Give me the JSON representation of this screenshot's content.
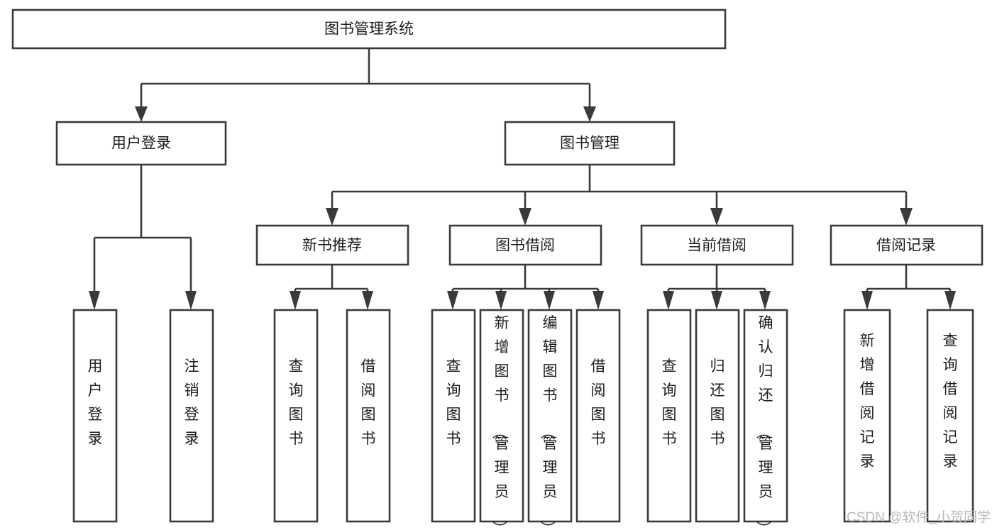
{
  "diagram": {
    "title": "图书管理系统",
    "type": "tree-hierarchy-chart",
    "orientation": "top-down",
    "root": {
      "id": "root",
      "label": "图书管理系统"
    },
    "level2": [
      {
        "id": "user-login",
        "label": "用户登录"
      },
      {
        "id": "book-management",
        "label": "图书管理"
      }
    ],
    "level3": [
      {
        "id": "new-book-recommend",
        "label": "新书推荐",
        "parent": "book-management"
      },
      {
        "id": "book-borrow",
        "label": "图书借阅",
        "parent": "book-management"
      },
      {
        "id": "current-borrow",
        "label": "当前借阅",
        "parent": "book-management"
      },
      {
        "id": "borrow-record",
        "label": "借阅记录",
        "parent": "book-management"
      }
    ],
    "leaves": {
      "user-login": [
        {
          "id": "leaf-user-login",
          "label": "用户登录"
        },
        {
          "id": "leaf-user-logout",
          "label": "注销登录"
        }
      ],
      "new-book-recommend": [
        {
          "id": "leaf-query-book-1",
          "label": "查询图书"
        },
        {
          "id": "leaf-borrow-book-1",
          "label": "借阅图书"
        }
      ],
      "book-borrow": [
        {
          "id": "leaf-query-book-2",
          "label": "查询图书"
        },
        {
          "id": "leaf-add-book",
          "label": "新增图书（管理员）"
        },
        {
          "id": "leaf-edit-book",
          "label": "编辑图书（管理员）"
        },
        {
          "id": "leaf-borrow-book-2",
          "label": "借阅图书"
        }
      ],
      "current-borrow": [
        {
          "id": "leaf-query-book-3",
          "label": "查询图书"
        },
        {
          "id": "leaf-return-book",
          "label": "归还图书"
        },
        {
          "id": "leaf-confirm-return",
          "label": "确认归还（管理员）"
        }
      ],
      "borrow-record": [
        {
          "id": "leaf-add-record",
          "label": "新增借阅记录"
        },
        {
          "id": "leaf-query-record",
          "label": "查询借阅记录"
        }
      ]
    },
    "colors": {
      "box_stroke": "#3a3a3a",
      "box_fill": "#ffffff",
      "connector": "#3a3a3a",
      "text": "#1d1d1d",
      "background": "#ffffff",
      "watermark": "#b8b8b8"
    }
  },
  "watermark": {
    "text": "CSDN @软件_小贺同学"
  }
}
